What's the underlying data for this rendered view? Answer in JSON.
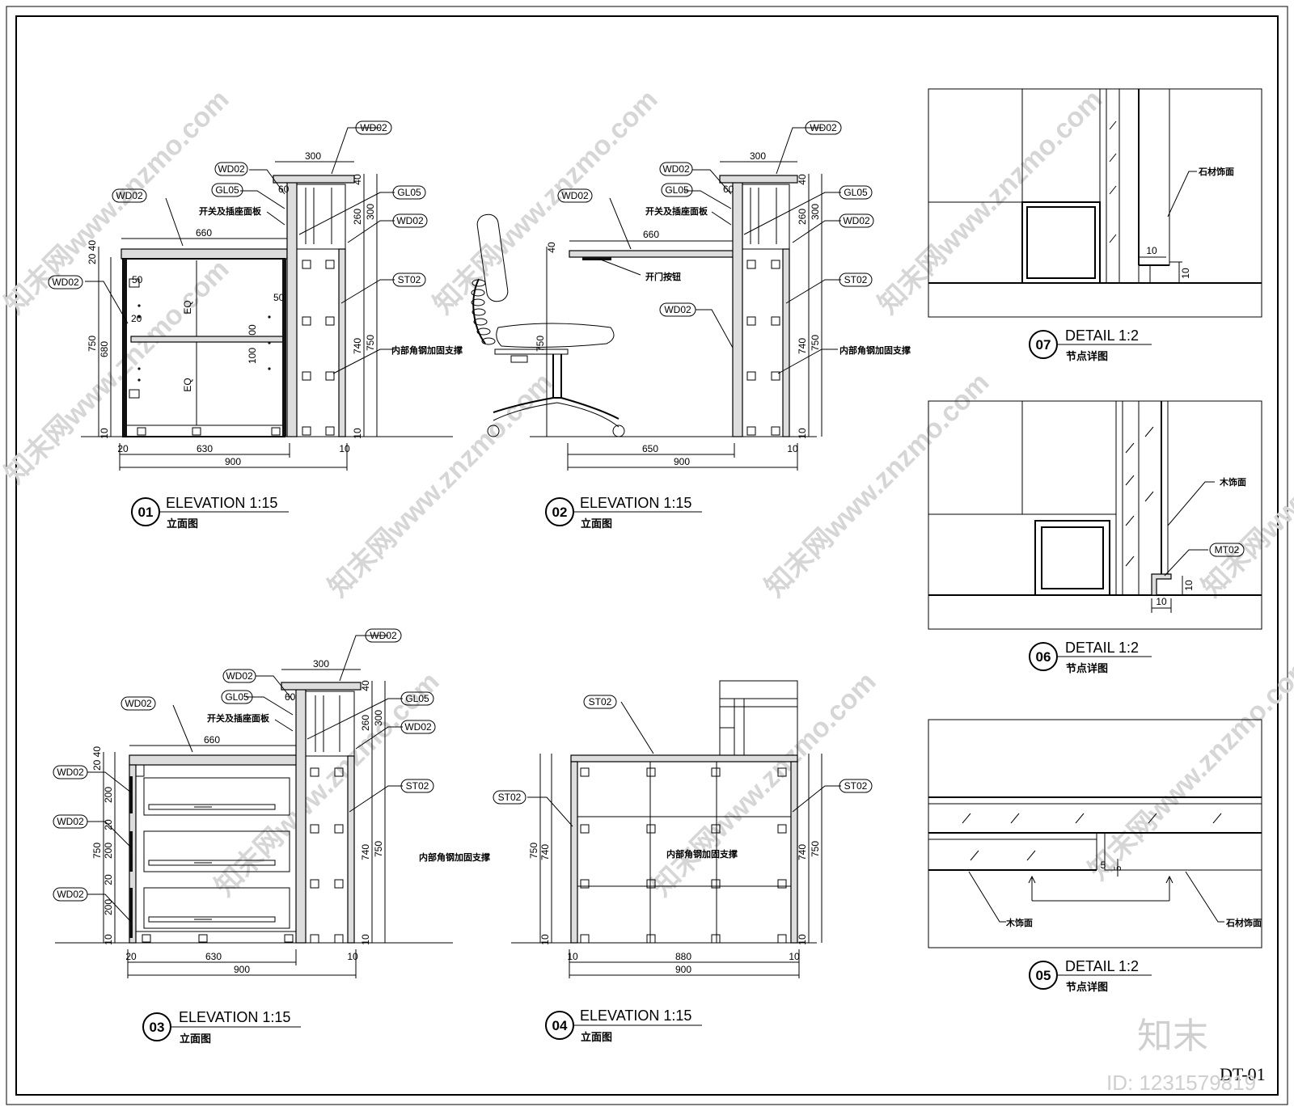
{
  "sheet": {
    "code": "DT-01"
  },
  "watermark": {
    "text": "知末网www.znzmo.com",
    "logo": "知末",
    "id_label": "ID: 1231579819"
  },
  "elevations": [
    {
      "num": "01",
      "title": "ELEVATION 1:15",
      "sub": "立面图"
    },
    {
      "num": "02",
      "title": "ELEVATION 1:15",
      "sub": "立面图"
    },
    {
      "num": "03",
      "title": "ELEVATION 1:15",
      "sub": "立面图"
    },
    {
      "num": "04",
      "title": "ELEVATION 1:15",
      "sub": "立面图"
    }
  ],
  "details": [
    {
      "num": "07",
      "title": "DETAIL 1:2",
      "sub": "节点详图",
      "label": "石材饰面",
      "d1": "10",
      "d2": "10"
    },
    {
      "num": "06",
      "title": "DETAIL 1:2",
      "sub": "节点详图",
      "label": "木饰面",
      "tag": "MT02",
      "d1": "10",
      "d2": "10"
    },
    {
      "num": "05",
      "title": "DETAIL 1:2",
      "sub": "节点详图",
      "label_left": "木饰面",
      "label_right": "石材饰面",
      "d1": "5",
      "d2": "5"
    }
  ],
  "tags": {
    "wd": "WD02",
    "gl": "GL05",
    "st": "ST02"
  },
  "notes": {
    "socket": "开关及插座面板",
    "button": "开门按钮",
    "steel": "内部角钢加固支撑",
    "eq": "EQ"
  },
  "dims": {
    "d300": "300",
    "d660": "660",
    "d650": "650",
    "d630": "630",
    "d880": "880",
    "d900": "900",
    "d750": "750",
    "d740": "740",
    "d680": "680",
    "d260": "260",
    "d200": "200",
    "d100": "100",
    "d50": "50",
    "d60": "60",
    "d40": "40",
    "d20": "20",
    "d10": "10",
    "d2040": "20 40",
    "d00": "00"
  }
}
